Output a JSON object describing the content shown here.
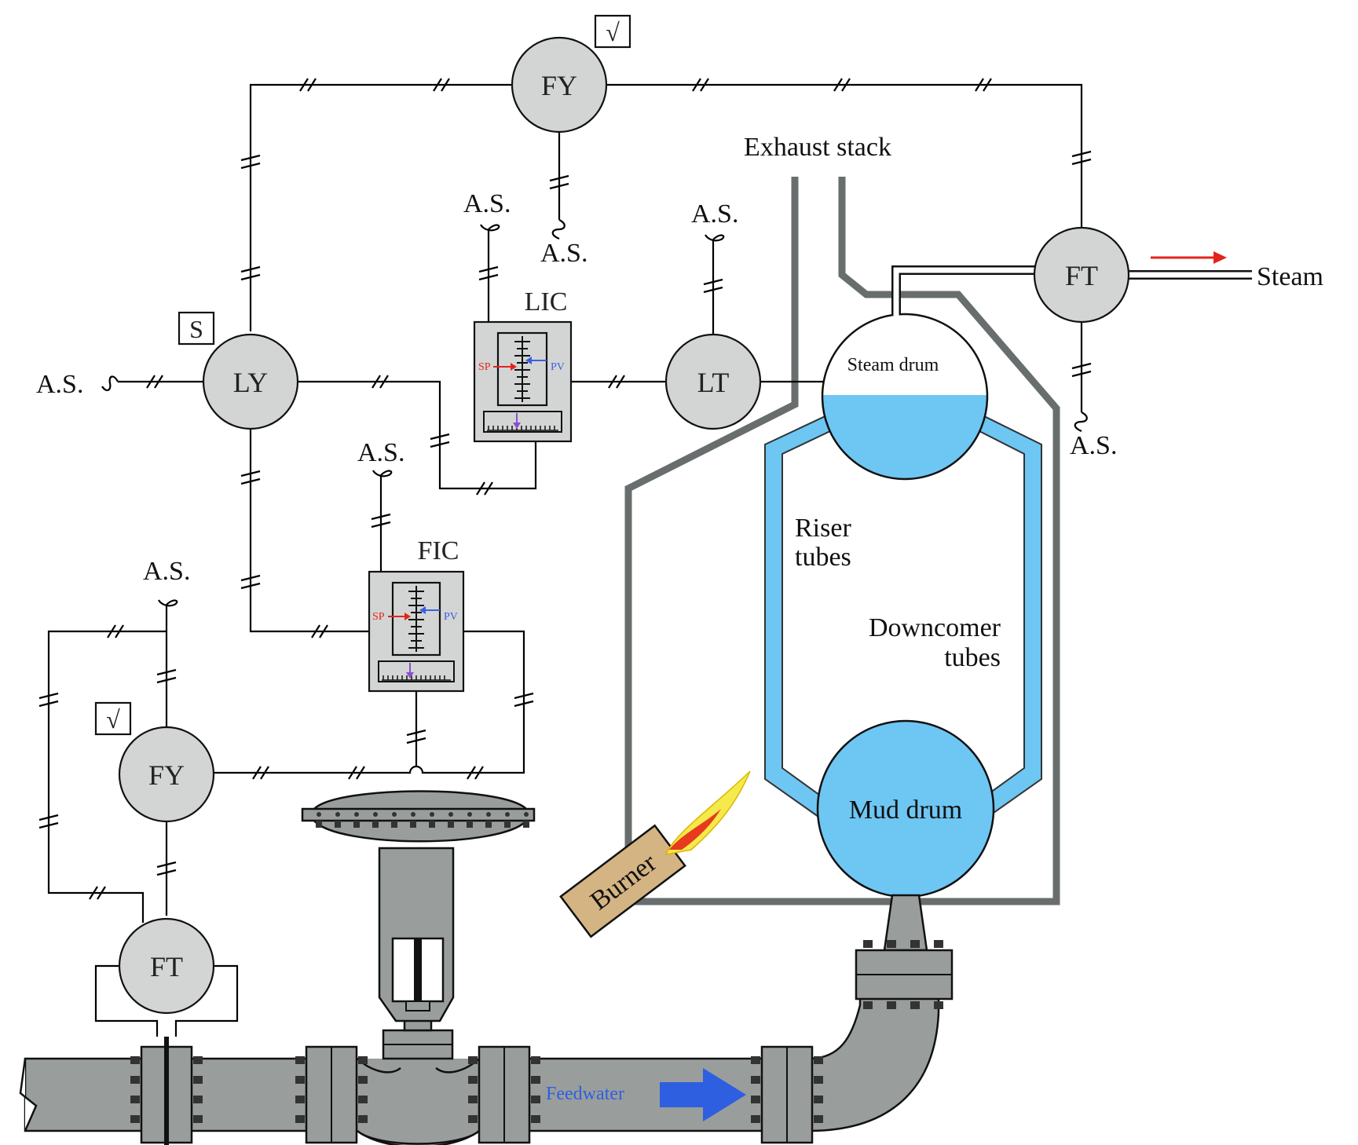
{
  "instruments": {
    "fy_top": "FY",
    "fy_top_func": "√",
    "ly": "LY",
    "ly_func": "S",
    "lic": "LIC",
    "lt": "LT",
    "ft_steam": "FT",
    "fic": "FIC",
    "fy_bottom": "FY",
    "fy_bottom_func": "√",
    "ft_feed": "FT"
  },
  "faceplate": {
    "sp": "SP",
    "pv": "PV"
  },
  "air_supply": "A.S.",
  "labels": {
    "exhaust": "Exhaust stack",
    "steam": "Steam",
    "steam_drum": "Steam drum",
    "riser_1": "Riser",
    "riser_2": "tubes",
    "downcomer_1": "Downcomer",
    "downcomer_2": "tubes",
    "mud_drum": "Mud drum",
    "burner": "Burner",
    "feedwater": "Feedwater"
  },
  "colors": {
    "instrument_fill": "#d3d5d4",
    "pipe": "#999d9c",
    "furnace_wall": "#686d6d",
    "water": "#6ec6f3",
    "burner": "#d4b483",
    "arrow_flow": "#2d5fe0",
    "arrow_steam": "#e3241b",
    "setpoint": "#e3241b",
    "process_var": "#3a5fe0",
    "output": "#8a4fcf"
  }
}
